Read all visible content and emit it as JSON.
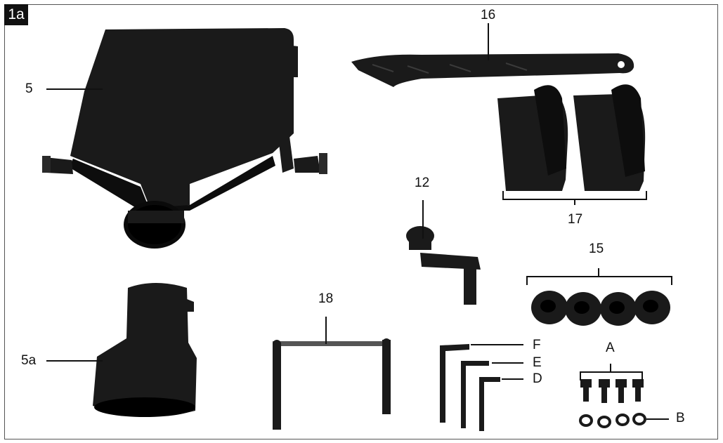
{
  "figure_tag": "1a",
  "colors": {
    "part": "#1a1a1a",
    "highlight": "#3a3a3a",
    "line": "#111111",
    "frame": "#555555"
  },
  "labels": {
    "l5": "5",
    "l5a": "5a",
    "l12": "12",
    "l15": "15",
    "l16": "16",
    "l17": "17",
    "l18": "18",
    "lA": "A",
    "lB": "B",
    "lD": "D",
    "lE": "E",
    "lF": "F"
  }
}
